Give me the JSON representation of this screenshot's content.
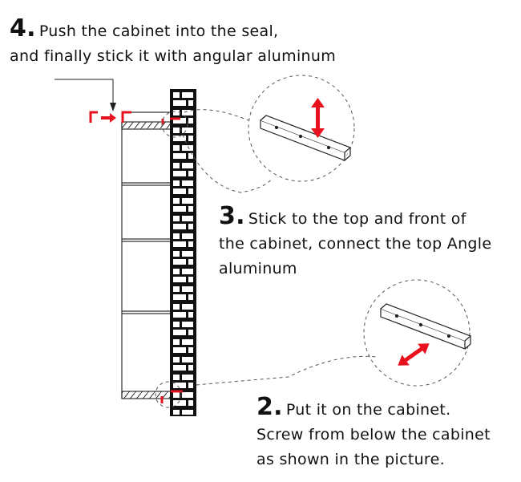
{
  "steps": [
    {
      "number": "4.",
      "line1": "Push the cabinet into the seal,",
      "line2": "and finally stick it with angular aluminum"
    },
    {
      "number": "3.",
      "line1": "Stick to the top and front of",
      "line2": "the cabinet, connect the top Angle",
      "line3": "aluminum"
    },
    {
      "number": "2.",
      "line1": "Put it on the cabinet.",
      "line2": "Screw from below the cabinet",
      "line3": "as shown in the picture."
    }
  ],
  "colors": {
    "accent": "#e8121f",
    "line": "#111111"
  }
}
